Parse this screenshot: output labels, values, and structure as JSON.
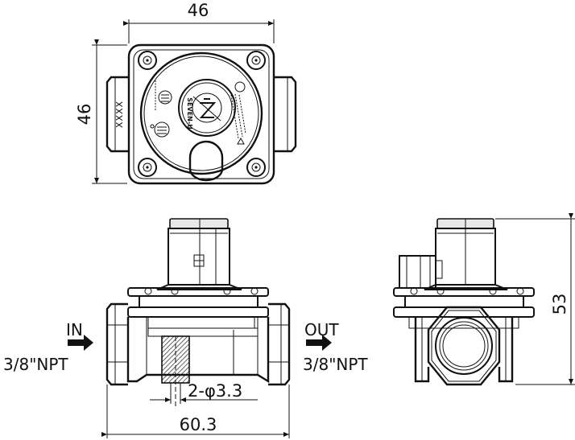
{
  "dimensions": {
    "top_width": "46",
    "top_height": "46",
    "front_width": "60.3",
    "side_height": "53",
    "holes": "2-φ3.3"
  },
  "labels": {
    "inlet": "IN",
    "inlet_thread": "3/8\"NPT",
    "outlet": "OUT",
    "outlet_thread": "3/8\"NPT"
  },
  "marking": {
    "brand": "SEVEN-U",
    "side_code": "XXXX"
  }
}
